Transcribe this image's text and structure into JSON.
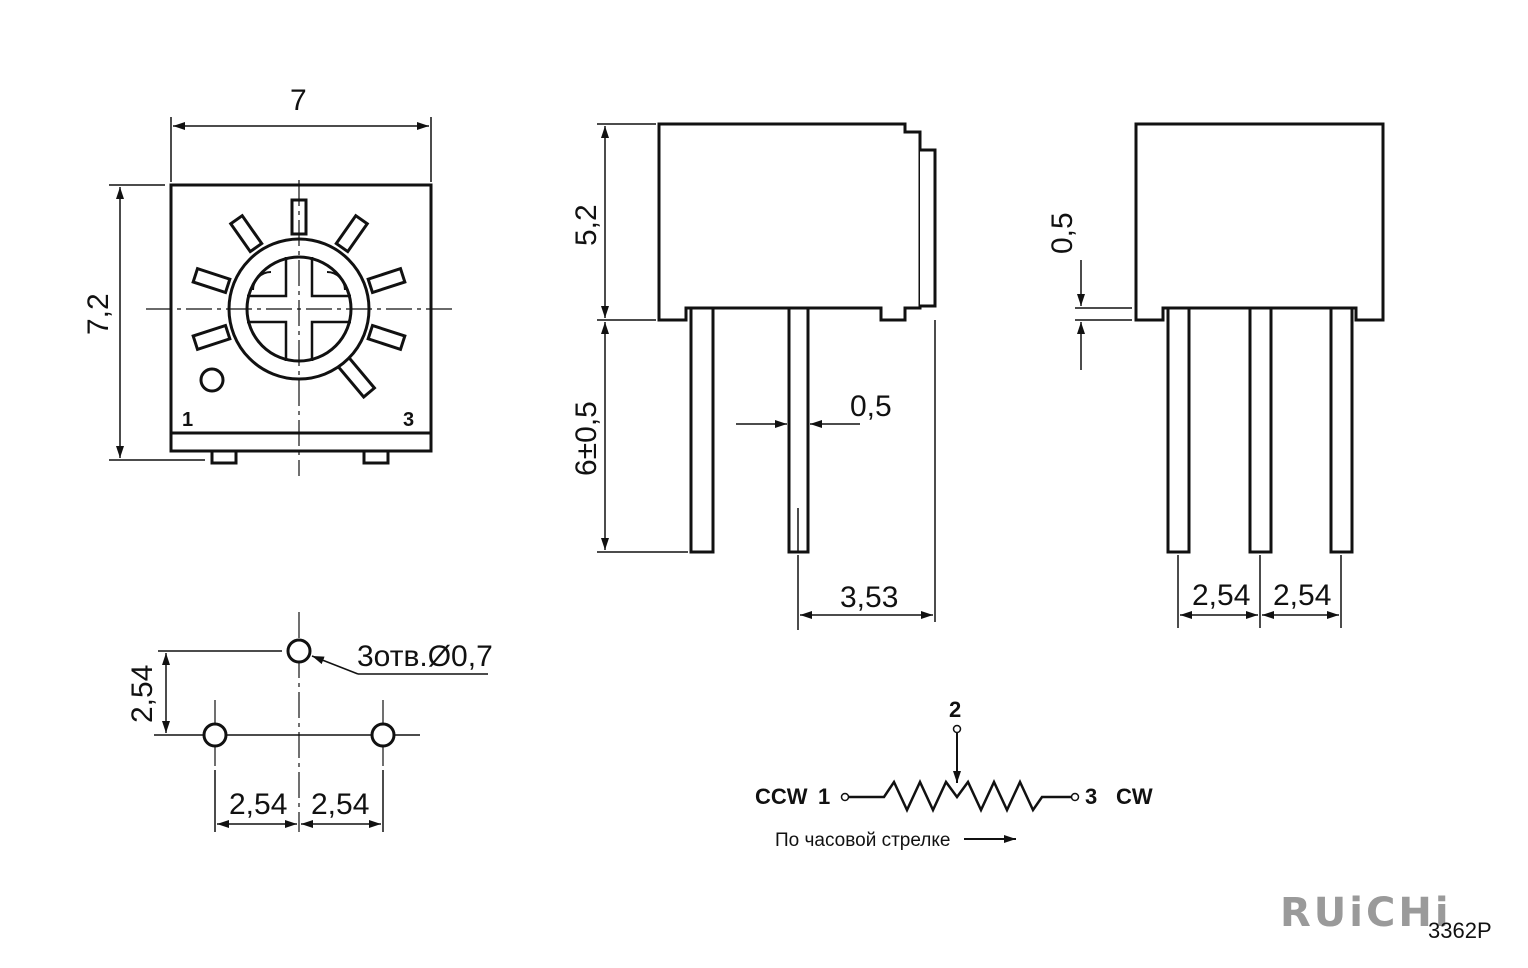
{
  "top_view": {
    "width_label": "7",
    "height_label": "7,2",
    "pin1_label": "1",
    "pin3_label": "3"
  },
  "side_view": {
    "body_height_label": "5,2",
    "lead_length_label": "6±0,5",
    "lead_width_label": "0,5",
    "offset_label": "3,53"
  },
  "front_view": {
    "standoff_label": "0,5",
    "pitch_left_label": "2,54",
    "pitch_right_label": "2,54"
  },
  "footprint": {
    "vertical_pitch_label": "2,54",
    "pitch_left_label": "2,54",
    "pitch_right_label": "2,54",
    "holes_note": "3отв.Ø0,7"
  },
  "schematic": {
    "ccw_label": "CCW",
    "cw_label": "CW",
    "pin1_label": "1",
    "pin2_label": "2",
    "pin3_label": "3",
    "direction_note": "По часовой стрелке"
  },
  "brand": {
    "name": "RUiCHi",
    "model": "3362P",
    "color": "#9a9a9a"
  }
}
